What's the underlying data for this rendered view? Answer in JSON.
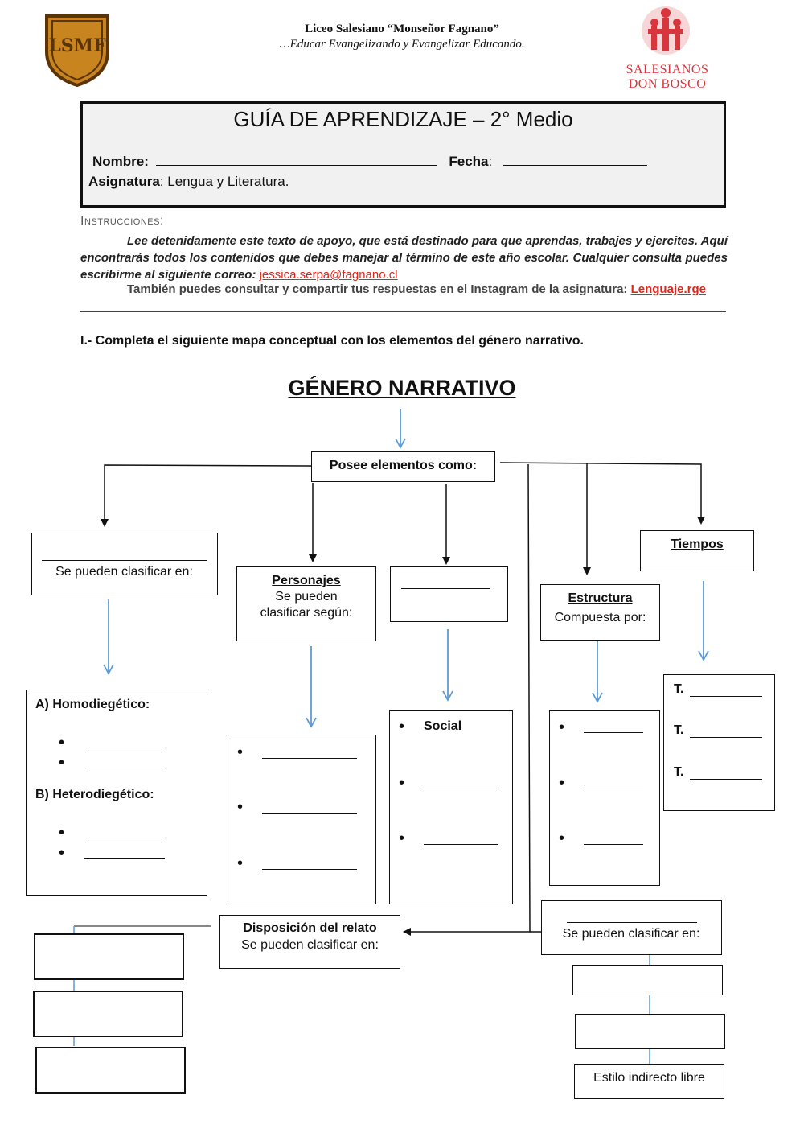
{
  "header": {
    "school_name": "Liceo Salesiano “Monseñor Fagnano”",
    "motto": "…Educar Evangelizando y Evangelizar Educando.",
    "left_logo_text": "LSMF",
    "right_logo_line1": "SALESIANOS",
    "right_logo_line2": "DON BOSCO"
  },
  "title_box": {
    "title": "GUÍA DE APRENDIZAJE – 2° Medio",
    "name_label": "Nombre:",
    "date_label": "Fecha",
    "date_colon": ":",
    "subject_label": "Asignatura",
    "subject_value": ": Lengua y Literatura."
  },
  "instructions": {
    "heading": "Instrucciones:",
    "paragraph": "Lee detenidamente este texto de apoyo, que está destinado para que aprendas, trabajes y ejercites. Aquí encontrarás todos los contenidos que debes manejar al término de este año escolar. Cualquier consulta puedes escribirme al siguiente correo:",
    "email": "jessica.serpa@fagnano.cl",
    "instagram_text": "También puedes consultar y compartir tus respuestas en el Instagram de la asignatura:",
    "instagram_handle": "Lenguaje.rge",
    "link_color": "#e0261b"
  },
  "exercise": {
    "prompt": "I.- Completa el siguiente mapa conceptual con los elementos del género narrativo."
  },
  "concept_map": {
    "title": "GÉNERO NARRATIVO",
    "root_box": "Posee elementos como:",
    "narrator_box": {
      "subtitle": "Se pueden clasificar en:"
    },
    "narrator_types": {
      "a_label": "A) Homodiegético:",
      "b_label": "B) Heterodiegético:"
    },
    "characters_box": {
      "title": "Personajes",
      "line1": "Se pueden",
      "line2": "clasificar según:"
    },
    "setting_list": {
      "item1": "Social"
    },
    "structure_box": {
      "title": "Estructura",
      "subtitle": "Compuesta por:"
    },
    "times_box": {
      "title": "Tiempos"
    },
    "times_list": {
      "prefix1": "T.",
      "prefix2": "T.",
      "prefix3": "T."
    },
    "disposition_box": {
      "title": "Disposición del relato",
      "subtitle": "Se pueden clasificar en:"
    },
    "speech_box": {
      "subtitle": "Se pueden clasificar en:"
    },
    "speech_options": {
      "last": "Estilo indirecto libre"
    },
    "arrow_color": "#5b9bd5"
  }
}
